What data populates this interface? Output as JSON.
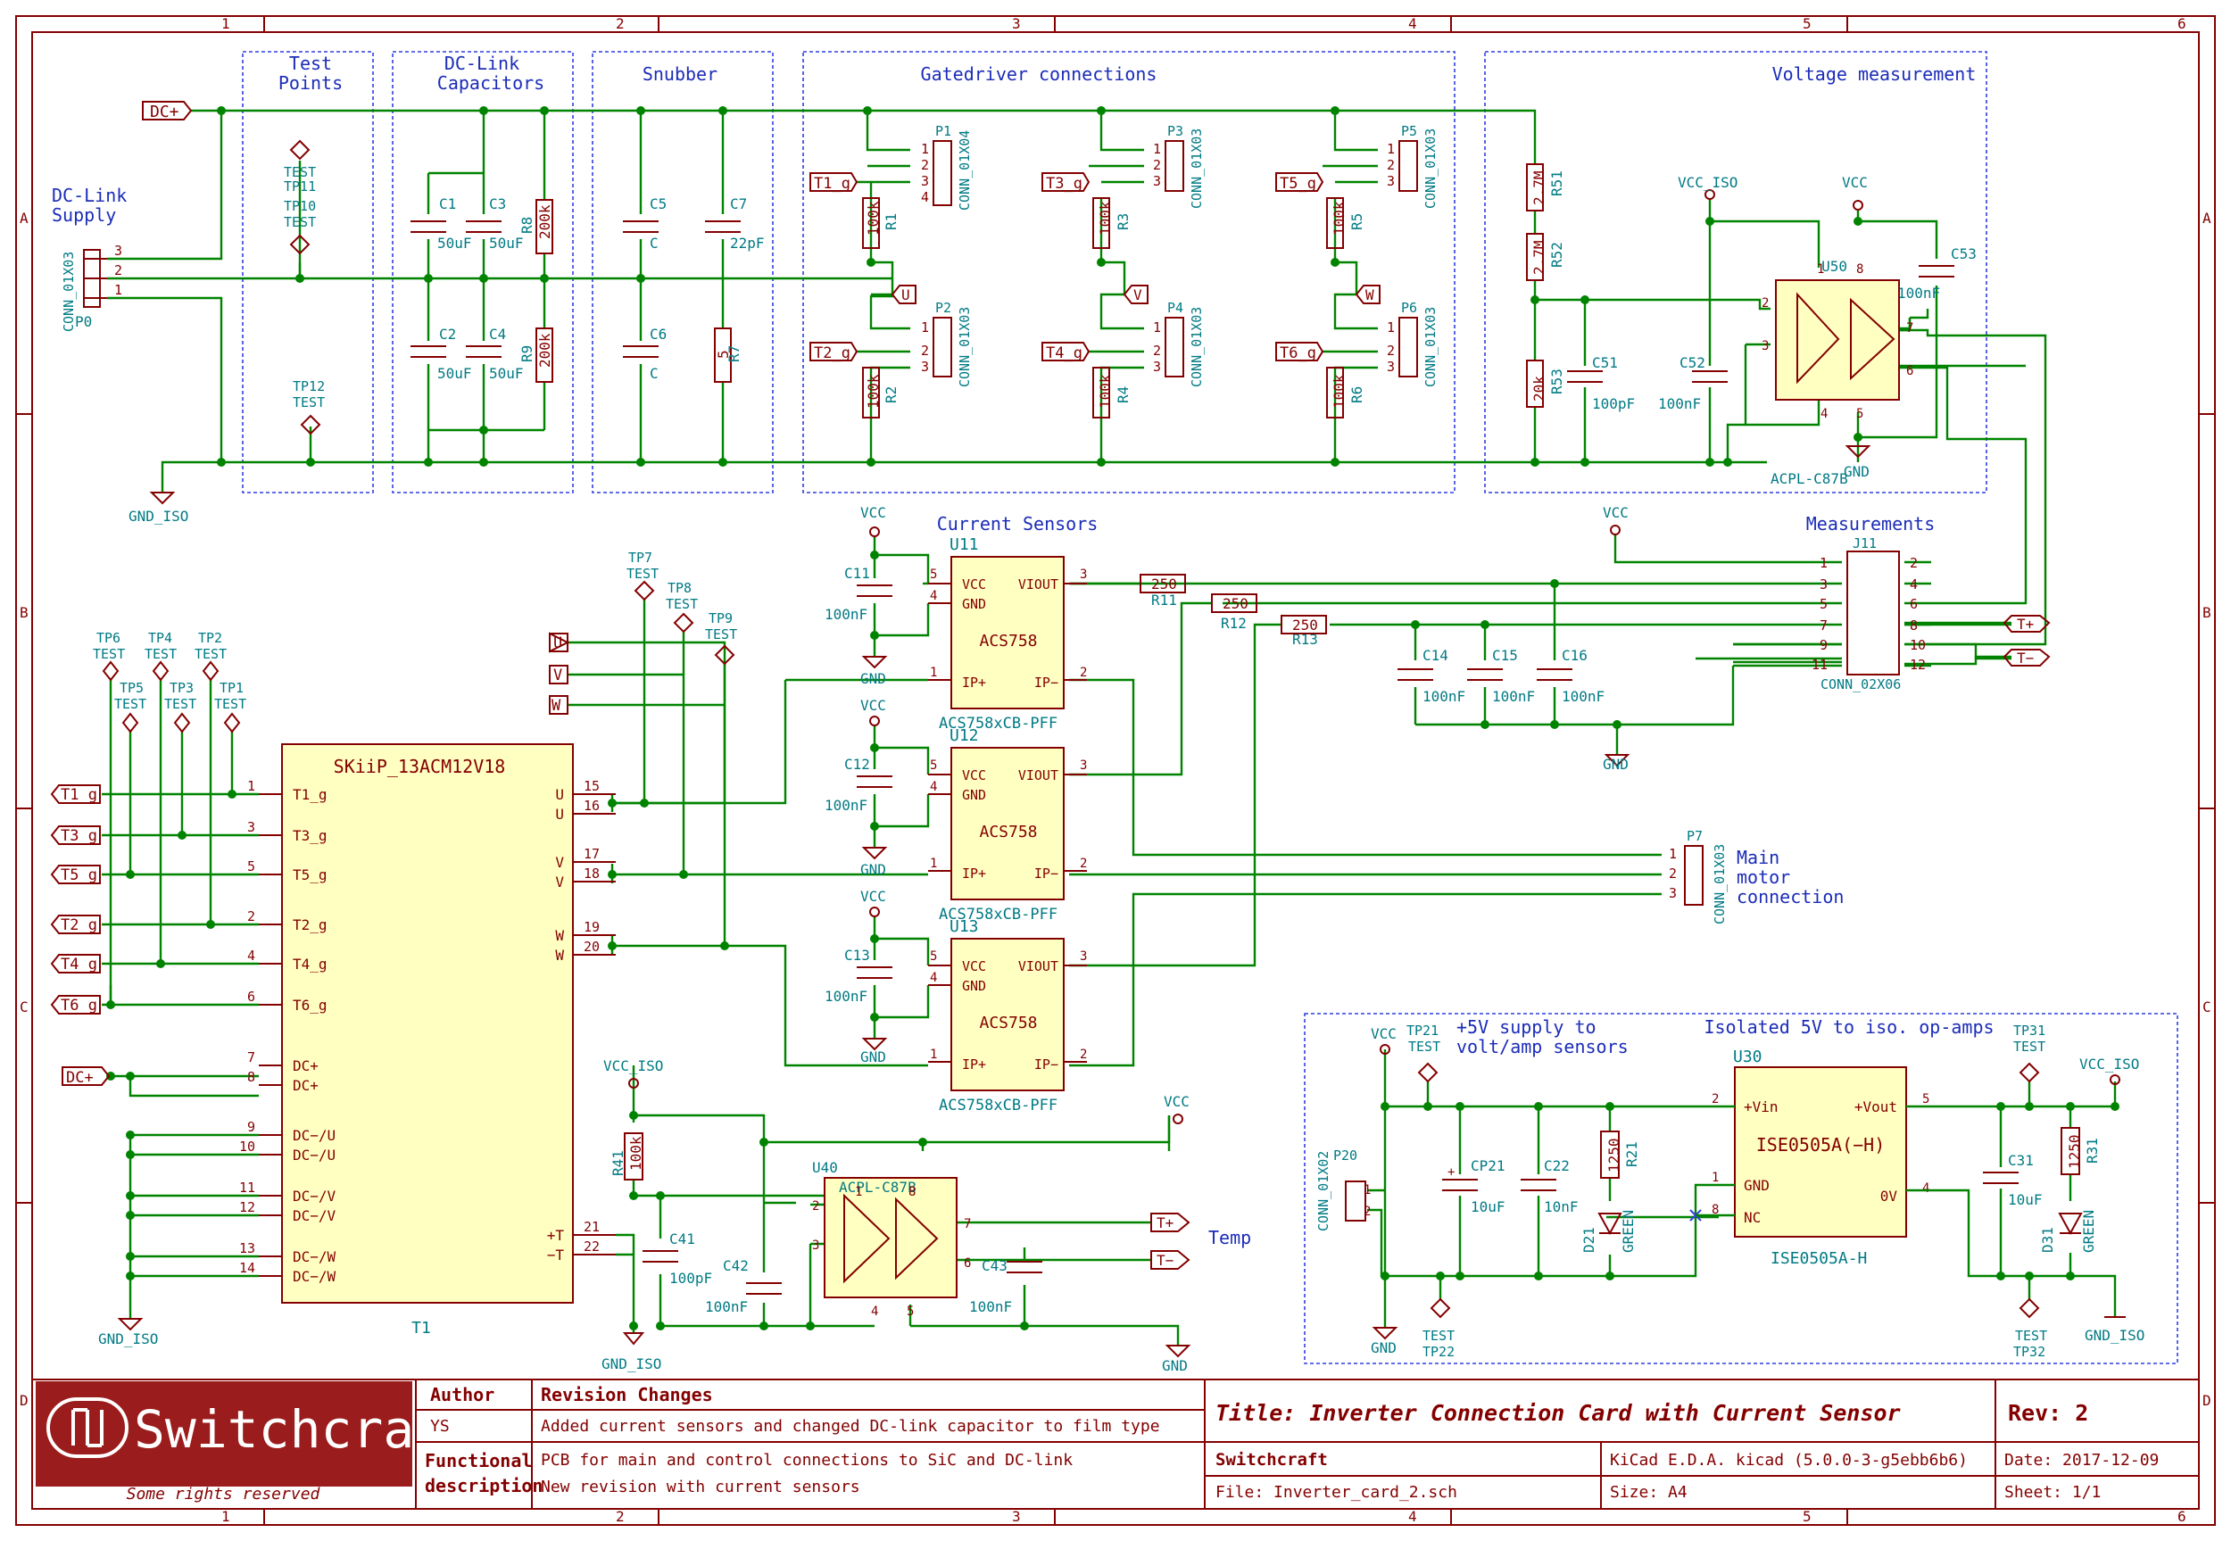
{
  "frame": {
    "columns": [
      "1",
      "2",
      "3",
      "4",
      "5",
      "6"
    ],
    "rows": [
      "A",
      "B",
      "C",
      "D"
    ]
  },
  "sections": {
    "test_points": "Test\nPoints",
    "test_points_l1": "Test",
    "test_points_l2": "Points",
    "dclink_caps_l1": "DC-Link",
    "dclink_caps_l2": "Capacitors",
    "snubber": "Snubber",
    "gatedriver": "Gatedriver connections",
    "voltage_meas": "Voltage measurement",
    "dclink_supply_l1": "DC-Link",
    "dclink_supply_l2": "Supply",
    "current_sensors": "Current Sensors",
    "measurements": "Measurements",
    "main_motor_l1": "Main",
    "main_motor_l2": "motor",
    "main_motor_l3": "connection",
    "temp": "Temp",
    "supply5v_l1": "+5V supply to",
    "supply5v_l2": "volt/amp sensors",
    "isolated5v": "Isolated 5V to iso. op-amps"
  },
  "labels": {
    "dcplus": "DC+",
    "t1g": "T1_g",
    "t2g": "T2_g",
    "t3g": "T3_g",
    "t4g": "T4_g",
    "t5g": "T5_g",
    "t6g": "T6_g",
    "u": "U",
    "v": "V",
    "w": "W",
    "tplus": "T+",
    "tminus": "T−",
    "gnd_iso": "GND_ISO",
    "gnd": "GND",
    "vcc": "VCC",
    "vcc_iso": "VCC_ISO"
  },
  "components": {
    "p0": {
      "ref": "P0",
      "value": "CONN_01X03",
      "pins": [
        "3",
        "2",
        "1"
      ]
    },
    "tp10": {
      "ref": "TP10",
      "value": "TEST"
    },
    "tp11": {
      "ref": "TP11",
      "value": "TEST"
    },
    "tp12": {
      "ref": "TP12",
      "value": "TEST"
    },
    "c1": {
      "ref": "C1",
      "value": "50uF"
    },
    "c2": {
      "ref": "C2",
      "value": "50uF"
    },
    "c3": {
      "ref": "C3",
      "value": "50uF"
    },
    "c4": {
      "ref": "C4",
      "value": "50uF"
    },
    "r8": {
      "ref": "R8",
      "value": "200k"
    },
    "r9": {
      "ref": "R9",
      "value": "200k"
    },
    "c5": {
      "ref": "C5",
      "value": "C"
    },
    "c6": {
      "ref": "C6",
      "value": "C"
    },
    "c7": {
      "ref": "C7",
      "value": "22pF"
    },
    "r7": {
      "ref": "R7",
      "value": "5"
    },
    "p1": {
      "ref": "P1",
      "value": "CONN_01X04"
    },
    "p2": {
      "ref": "P2",
      "value": "CONN_01X03"
    },
    "p3": {
      "ref": "P3",
      "value": "CONN_01X03"
    },
    "p4": {
      "ref": "P4",
      "value": "CONN_01X03"
    },
    "p5": {
      "ref": "P5",
      "value": "CONN_01X03"
    },
    "p6": {
      "ref": "P6",
      "value": "CONN_01X03"
    },
    "r1": {
      "ref": "R1",
      "value": "100k"
    },
    "r2": {
      "ref": "R2",
      "value": "100k"
    },
    "r3": {
      "ref": "R3",
      "value": "100k"
    },
    "r4": {
      "ref": "R4",
      "value": "100k"
    },
    "r5": {
      "ref": "R5",
      "value": "100k"
    },
    "r6": {
      "ref": "R6",
      "value": "100k"
    },
    "r51": {
      "ref": "R51",
      "value": "2.7M"
    },
    "r52": {
      "ref": "R52",
      "value": "2.7M"
    },
    "r53": {
      "ref": "R53",
      "value": "20k"
    },
    "c51": {
      "ref": "C51",
      "value": "100pF"
    },
    "c52": {
      "ref": "C52",
      "value": "100nF"
    },
    "c53": {
      "ref": "C53",
      "value": "100nF"
    },
    "u50": {
      "ref": "U50",
      "value": "ACPL-C87B",
      "pins": [
        "1",
        "2",
        "3",
        "4",
        "5",
        "6",
        "7",
        "8"
      ]
    },
    "u11": {
      "ref": "U11",
      "value": "ACS758",
      "footprint": "ACS758xCB-PFF"
    },
    "u12": {
      "ref": "U12",
      "value": "ACS758",
      "footprint": "ACS758xCB-PFF"
    },
    "u13": {
      "ref": "U13",
      "value": "ACS758",
      "footprint": "ACS758xCB-PFF"
    },
    "acs_pins": {
      "vcc": "VCC",
      "gnd": "GND",
      "viout": "VIOUT",
      "ipp": "IP+",
      "ipm": "IP−"
    },
    "c11": {
      "ref": "C11",
      "value": "100nF"
    },
    "c12": {
      "ref": "C12",
      "value": "100nF"
    },
    "c13": {
      "ref": "C13",
      "value": "100nF"
    },
    "r11": {
      "ref": "R11",
      "value": "250"
    },
    "r12": {
      "ref": "R12",
      "value": "250"
    },
    "r13": {
      "ref": "R13",
      "value": "250"
    },
    "c14": {
      "ref": "C14",
      "value": "100nF"
    },
    "c15": {
      "ref": "C15",
      "value": "100nF"
    },
    "c16": {
      "ref": "C16",
      "value": "100nF"
    },
    "j11": {
      "ref": "J11",
      "value": "CONN_02X06",
      "left_pins": [
        "1",
        "3",
        "5",
        "7",
        "9",
        "11"
      ],
      "right_pins": [
        "2",
        "4",
        "6",
        "8",
        "10",
        "12"
      ]
    },
    "p7": {
      "ref": "P7",
      "value": "CONN_01X03",
      "pins": [
        "1",
        "2",
        "3"
      ]
    },
    "tp1": {
      "ref": "TP1",
      "value": "TEST"
    },
    "tp2": {
      "ref": "TP2",
      "value": "TEST"
    },
    "tp3": {
      "ref": "TP3",
      "value": "TEST"
    },
    "tp4": {
      "ref": "TP4",
      "value": "TEST"
    },
    "tp5": {
      "ref": "TP5",
      "value": "TEST"
    },
    "tp6": {
      "ref": "TP6",
      "value": "TEST"
    },
    "tp7": {
      "ref": "TP7",
      "value": "TEST"
    },
    "tp8": {
      "ref": "TP8",
      "value": "TEST"
    },
    "tp9": {
      "ref": "TP9",
      "value": "TEST"
    },
    "t1": {
      "ref": "T1",
      "value": "SKiiP_13ACM12V18",
      "left_pins": [
        {
          "num": "1",
          "name": "T1_g"
        },
        {
          "num": "3",
          "name": "T3_g"
        },
        {
          "num": "5",
          "name": "T5_g"
        },
        {
          "num": "2",
          "name": "T2_g"
        },
        {
          "num": "4",
          "name": "T4_g"
        },
        {
          "num": "6",
          "name": "T6_g"
        },
        {
          "num": "7",
          "name": "DC+"
        },
        {
          "num": "8",
          "name": "DC+"
        },
        {
          "num": "9",
          "name": "DC−/U"
        },
        {
          "num": "10",
          "name": "DC−/U"
        },
        {
          "num": "11",
          "name": "DC−/V"
        },
        {
          "num": "12",
          "name": "DC−/V"
        },
        {
          "num": "13",
          "name": "DC−/W"
        },
        {
          "num": "14",
          "name": "DC−/W"
        }
      ],
      "right_pins": [
        {
          "num": "15",
          "name": "U"
        },
        {
          "num": "16",
          "name": "U"
        },
        {
          "num": "17",
          "name": "V"
        },
        {
          "num": "18",
          "name": "V"
        },
        {
          "num": "19",
          "name": "W"
        },
        {
          "num": "20",
          "name": "W"
        },
        {
          "num": "21",
          "name": "+T"
        },
        {
          "num": "22",
          "name": "−T"
        }
      ]
    },
    "r41": {
      "ref": "R41",
      "value": "100k"
    },
    "c41": {
      "ref": "C41",
      "value": "100pF"
    },
    "c42": {
      "ref": "C42",
      "value": "100nF"
    },
    "c43": {
      "ref": "C43",
      "value": "100nF"
    },
    "u40": {
      "ref": "U40",
      "value": "ACPL-C87B",
      "pins": [
        "1",
        "2",
        "3",
        "4",
        "5",
        "6",
        "7",
        "8"
      ]
    },
    "p20": {
      "ref": "P20",
      "value": "CONN_01X02",
      "pins": [
        "1",
        "2"
      ]
    },
    "tp21": {
      "ref": "TP21",
      "value": "TEST"
    },
    "tp22": {
      "ref": "TP22",
      "value": "TEST"
    },
    "cp21": {
      "ref": "CP21",
      "value": "10uF"
    },
    "c22": {
      "ref": "C22",
      "value": "10nF"
    },
    "r21": {
      "ref": "R21",
      "value": "1250"
    },
    "d21": {
      "ref": "D21",
      "value": "GREEN"
    },
    "u30": {
      "ref": "U30",
      "value": "ISE0505A(−H)",
      "footprint": "ISE0505A-H",
      "pins": {
        "vin": "+Vin",
        "gnd": "GND",
        "nc": "NC",
        "vout": "+Vout",
        "ov": "0V"
      },
      "pin_nums": {
        "vin": "2",
        "gnd": "1",
        "nc": "8",
        "vout": "5",
        "ov": "4"
      }
    },
    "c31": {
      "ref": "C31",
      "value": "10uF"
    },
    "r31": {
      "ref": "R31",
      "value": "1250"
    },
    "d31": {
      "ref": "D31",
      "value": "GREEN"
    },
    "tp31": {
      "ref": "TP31",
      "value": "TEST"
    },
    "tp32": {
      "ref": "TP32",
      "value": "TEST"
    }
  },
  "title_block": {
    "logo_text": "Switchcraft",
    "logo_sub": "Some rights reserved",
    "author_label": "Author",
    "author": "YS",
    "revision_label": "Revision Changes",
    "revision": "Added current sensors and changed DC-link capacitor to film type",
    "func_label_1": "Functional",
    "func_label_2": "description",
    "func_1": "PCB for main and control connections to SiC and DC-link",
    "func_2": "New revision with current sensors",
    "title": "Title: Inverter Connection Card with Current Sensor",
    "rev": "Rev: 2",
    "company": "Switchcraft",
    "kicad": "KiCad E.D.A.  kicad (5.0.0-3-g5ebb6b6)",
    "date": "Date: 2017-12-09",
    "file": "File: Inverter_card_2.sch",
    "size": "Size: A4",
    "sheet": "Sheet: 1/1"
  }
}
